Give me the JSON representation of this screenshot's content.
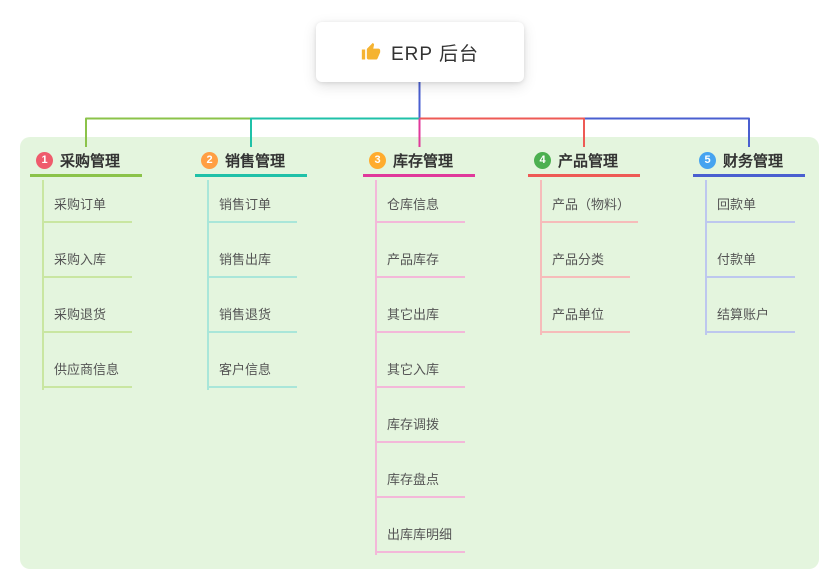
{
  "root": {
    "title": "ERP 后台",
    "icon": "thumbs-up",
    "icon_color": "#f5b331",
    "line_color": "#4a5fd0"
  },
  "panel": {
    "background": "#e4f5de"
  },
  "branches": [
    {
      "num": "1",
      "label": "采购管理",
      "badge_color": "#ef5b6c",
      "line_color": "#8bc34a",
      "child_line_color": "#c9e6a1",
      "children": [
        "采购订单",
        "采购入库",
        "采购退货",
        "供应商信息"
      ]
    },
    {
      "num": "2",
      "label": "销售管理",
      "badge_color": "#ff9f43",
      "line_color": "#1fc1a8",
      "child_line_color": "#a9e6d9",
      "children": [
        "销售订单",
        "销售出库",
        "销售退货",
        "客户信息"
      ]
    },
    {
      "num": "3",
      "label": "库存管理",
      "badge_color": "#ffac2e",
      "line_color": "#e0399b",
      "child_line_color": "#f3b8d9",
      "children": [
        "仓库信息",
        "产品库存",
        "其它出库",
        "其它入库",
        "库存调拨",
        "库存盘点",
        "出库库明细"
      ]
    },
    {
      "num": "4",
      "label": "产品管理",
      "badge_color": "#4cb050",
      "line_color": "#ee5a55",
      "child_line_color": "#f6bcba",
      "children": [
        "产品（物料）",
        "产品分类",
        "产品单位"
      ]
    },
    {
      "num": "5",
      "label": "财务管理",
      "badge_color": "#46a3f0",
      "line_color": "#4a5fd0",
      "child_line_color": "#bdc7ee",
      "children": [
        "回款单",
        "付款单",
        "结算账户"
      ]
    }
  ]
}
